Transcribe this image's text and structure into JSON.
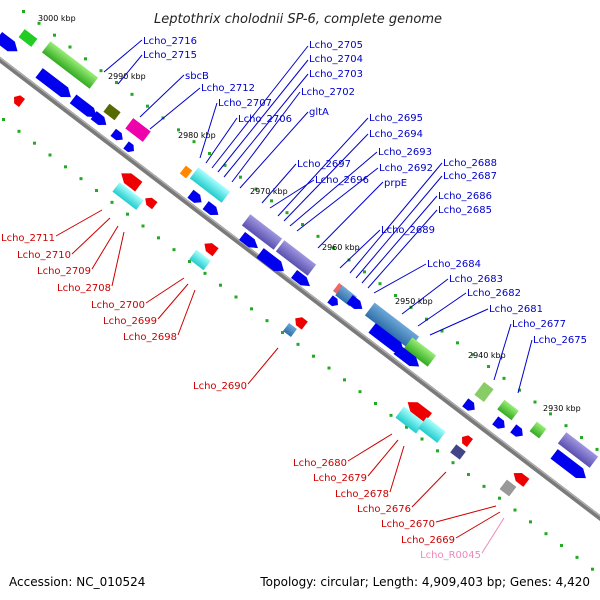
{
  "title": "Leptothrix cholodnii SP-6, complete genome",
  "footer": {
    "accession": "Accession: NC_010524",
    "topology": "Topology: circular; Length: 4,909,403 bp; Genes: 4,420"
  },
  "colors": {
    "upper_label": "#0000cc",
    "lower_label": "#cc0000",
    "rna_label": "#ee88bb",
    "backbone": "#808080",
    "tick": "#00aa00"
  },
  "ticks": [
    "3000 kbp",
    "2990 kbp",
    "2980 kbp",
    "2970 kbp",
    "2960 kbp",
    "2950 kbp",
    "2940 kbp",
    "2930 kbp"
  ],
  "upper_labels": [
    "Lcho_2716",
    "Lcho_2715",
    "sbcB",
    "Lcho_2712",
    "Lcho_2707",
    "Lcho_2706",
    "Lcho_2705",
    "Lcho_2704",
    "Lcho_2703",
    "Lcho_2702",
    "gltA",
    "Lcho_2695",
    "Lcho_2694",
    "Lcho_2697",
    "Lcho_2693",
    "Lcho_2696",
    "Lcho_2692",
    "prpE",
    "Lcho_2688",
    "Lcho_2687",
    "Lcho_2686",
    "Lcho_2685",
    "Lcho_2689",
    "Lcho_2684",
    "Lcho_2683",
    "Lcho_2682",
    "Lcho_2681",
    "Lcho_2677",
    "Lcho_2675"
  ],
  "lower_labels": [
    "Lcho_2711",
    "Lcho_2710",
    "Lcho_2709",
    "Lcho_2708",
    "Lcho_2700",
    "Lcho_2699",
    "Lcho_2698",
    "Lcho_2690",
    "Lcho_2680",
    "Lcho_2679",
    "Lcho_2678",
    "Lcho_2676",
    "Lcho_2670",
    "Lcho_2669"
  ],
  "rna_labels": [
    "Lcho_R0045"
  ]
}
